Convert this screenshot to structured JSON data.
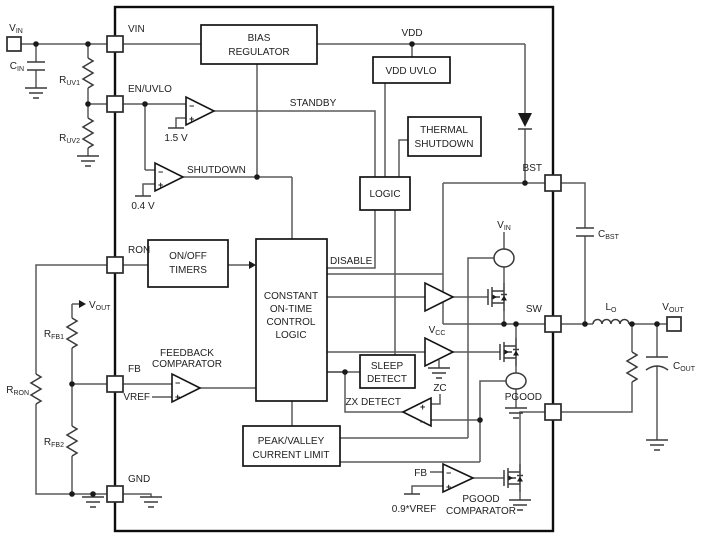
{
  "diagram": {
    "terminals": {
      "vin": {
        "main": "V",
        "sub": "IN"
      },
      "vout": {
        "main": "V",
        "sub": "OUT"
      }
    },
    "pins": {
      "vin": "VIN",
      "en_uvlo": "EN/UVLO",
      "ron": "RON",
      "fb": "FB",
      "gnd": "GND",
      "bst": "BST",
      "sw": "SW",
      "pgood": "PGOOD"
    },
    "blocks": {
      "bias": [
        "BIAS",
        "REGULATOR"
      ],
      "vdd_uvlo": [
        "VDD UVLO"
      ],
      "thermal": [
        "THERMAL",
        "SHUTDOWN"
      ],
      "logic": [
        "LOGIC"
      ],
      "timers": [
        "ON/OFF",
        "TIMERS"
      ],
      "cot": [
        "CONSTANT",
        "ON-TIME",
        "CONTROL",
        "LOGIC"
      ],
      "sleep": [
        "SLEEP",
        "DETECT"
      ],
      "ilim": [
        "PEAK/VALLEY",
        "CURRENT LIMIT"
      ]
    },
    "signals": {
      "vdd": "VDD",
      "standby": "STANDBY",
      "shutdown": "SHUTDOWN",
      "disable": "DISABLE",
      "zc": "ZC",
      "zx_detect": "ZX DETECT",
      "fb_pgood": "FB",
      "vref": "VREF",
      "ref_09vref": "0.9*VREF",
      "ref_1v5": "1.5 V",
      "ref_0v4": "0.4 V",
      "feedback_comp_l1": "FEEDBACK",
      "feedback_comp_l2": "COMPARATOR",
      "pgood_comp_l1": "PGOOD",
      "pgood_comp_l2": "COMPARATOR"
    },
    "components": {
      "cin": {
        "main": "C",
        "sub": "IN"
      },
      "ruv1": {
        "main": "R",
        "sub": "UV1"
      },
      "ruv2": {
        "main": "R",
        "sub": "UV2"
      },
      "rron": {
        "main": "R",
        "sub": "RON"
      },
      "rfb1": {
        "main": "R",
        "sub": "FB1"
      },
      "rfb2": {
        "main": "R",
        "sub": "FB2"
      },
      "vout_arrow": {
        "main": "V",
        "sub": "OUT"
      },
      "cbst": {
        "main": "C",
        "sub": "BST"
      },
      "vin_cs": {
        "main": "V",
        "sub": "IN"
      },
      "vcc": {
        "main": "V",
        "sub": "CC"
      },
      "lo": {
        "main": "L",
        "sub": "O"
      },
      "cout": {
        "main": "C",
        "sub": "OUT"
      }
    },
    "polarity": {
      "plus": "+",
      "minus": "−"
    },
    "colors": {
      "wire": "#5a5a5a",
      "ink": "#141414",
      "background": "#ffffff"
    }
  }
}
